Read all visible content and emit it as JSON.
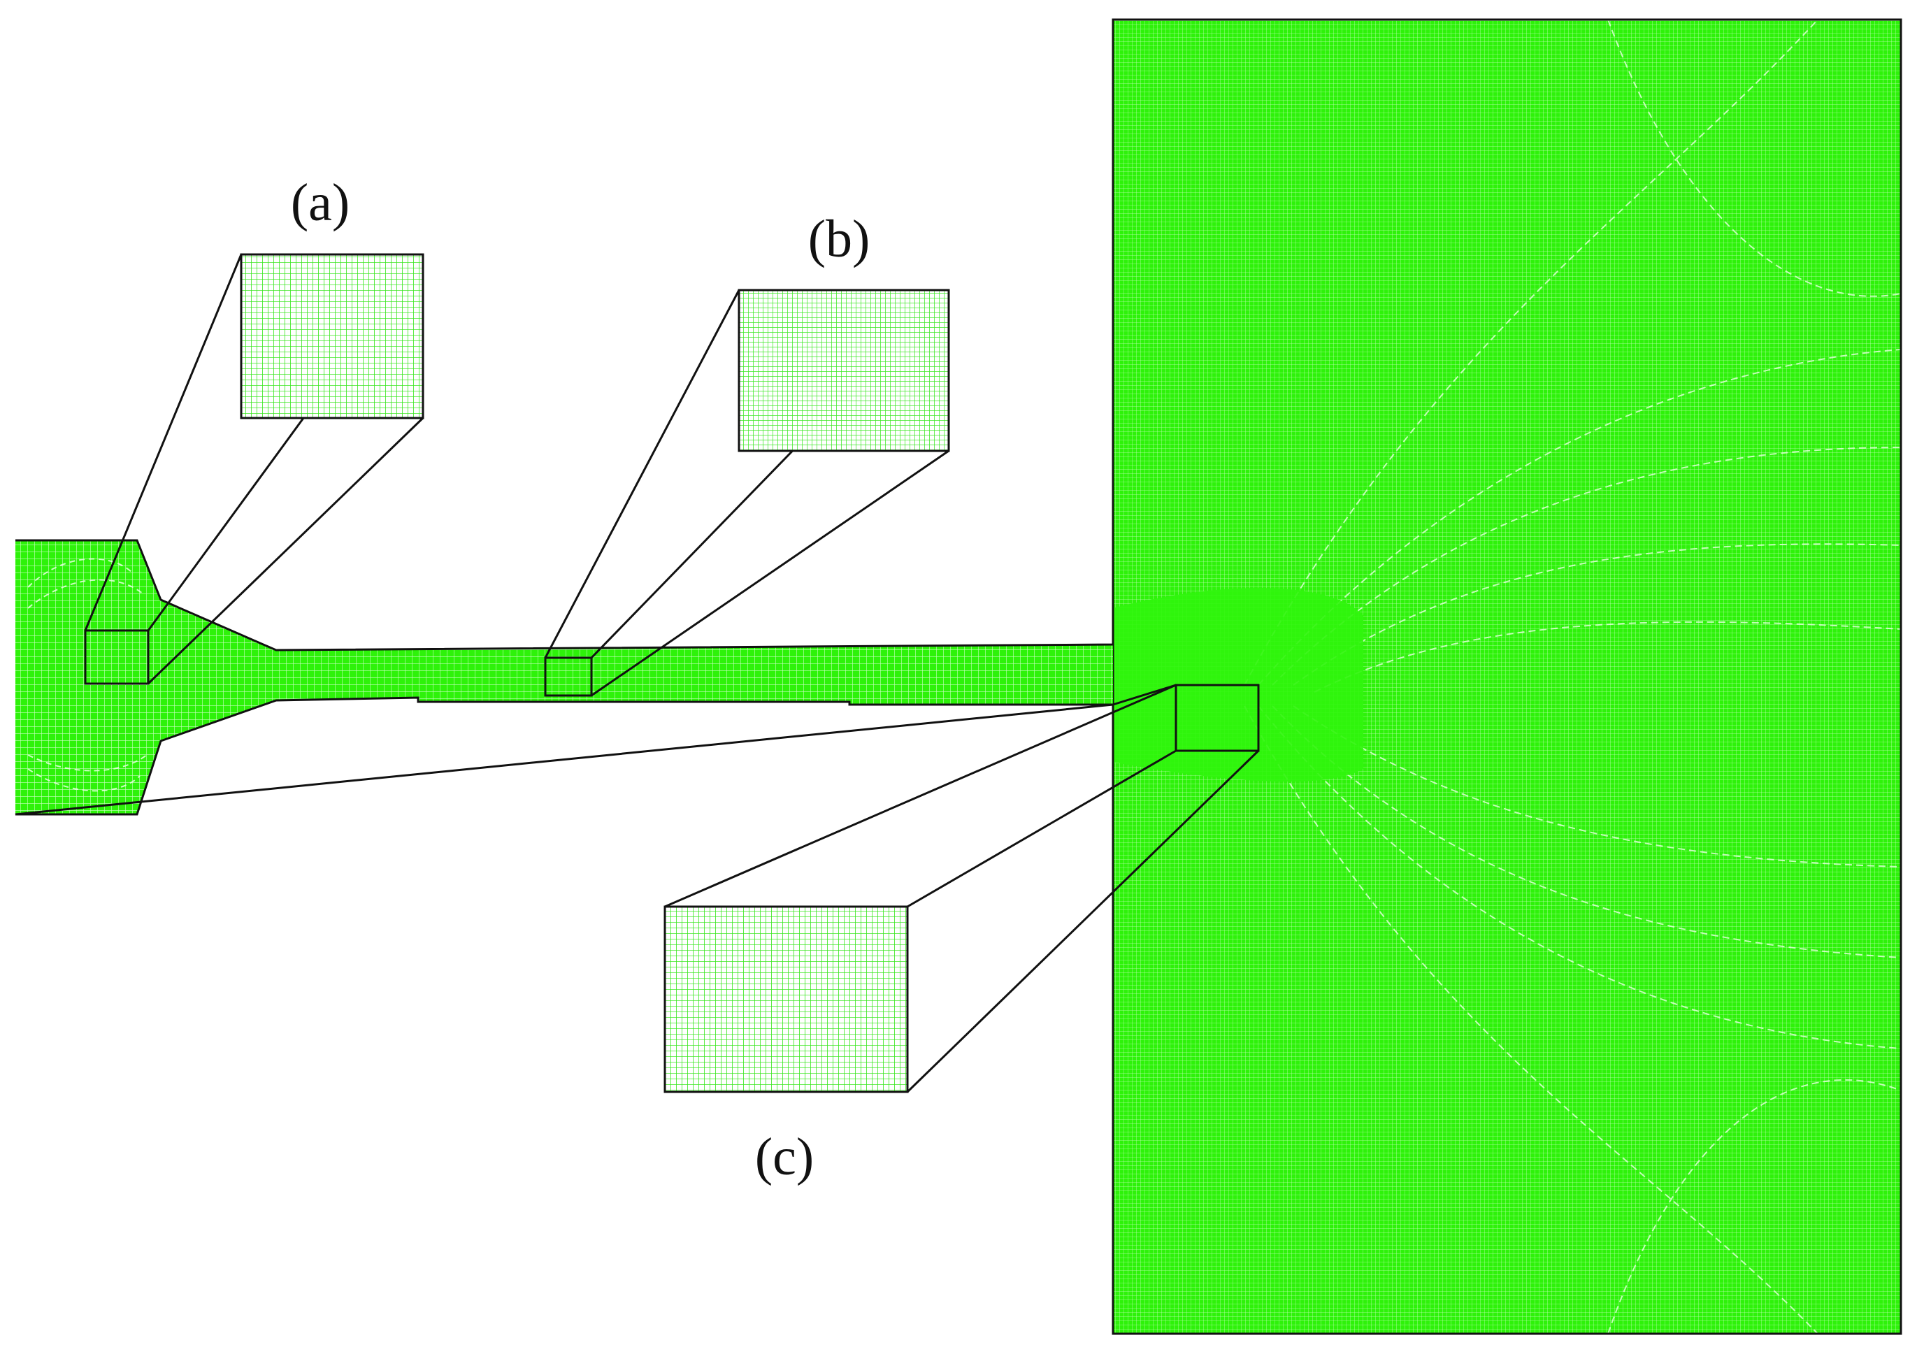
{
  "figure": {
    "callouts": [
      {
        "id": "a",
        "label": "(a)"
      },
      {
        "id": "b",
        "label": "(b)"
      },
      {
        "id": "c",
        "label": "(c)"
      }
    ]
  },
  "colors": {
    "mesh_fill": "#2ef20a",
    "mesh_line": "#eaffea",
    "outline": "#111111",
    "background": "#ffffff"
  }
}
